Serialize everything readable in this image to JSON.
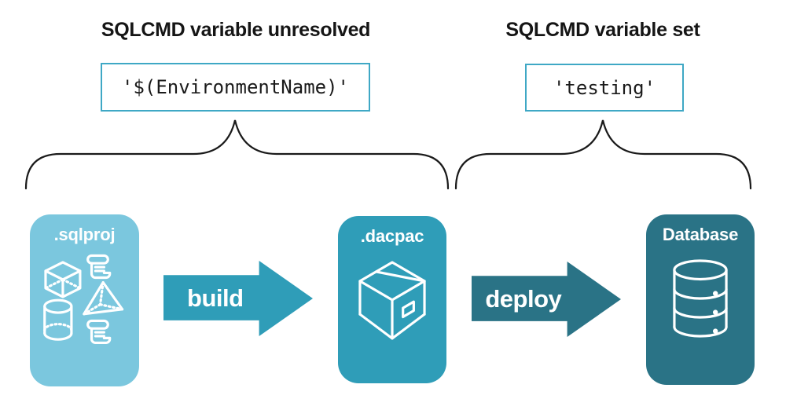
{
  "annotations": {
    "unresolved": {
      "heading": "SQLCMD variable unresolved",
      "code": "'$(EnvironmentName)'"
    },
    "set": {
      "heading": "SQLCMD variable set",
      "code": "'testing'"
    }
  },
  "pipeline": {
    "stages": [
      {
        "label": ".sqlproj",
        "icon": "sql-objects-icon",
        "fill": "#7BC7DE"
      },
      {
        "label": ".dacpac",
        "icon": "package-box-icon",
        "fill": "#2F9DB8"
      },
      {
        "label": "Database",
        "icon": "database-cylinder-icon",
        "fill": "#2A7386"
      }
    ],
    "arrows": [
      {
        "label": "build",
        "fill": "#2F9DB8"
      },
      {
        "label": "deploy",
        "fill": "#2A7386"
      }
    ]
  },
  "colors": {
    "background": "#FFFFFF",
    "heading_text": "#151515",
    "code_text": "#1A1A1A",
    "code_box_border": "#3FA8C5",
    "brace_stroke": "#1A1A1A",
    "stage_sqlproj_fill": "#7BC7DE",
    "stage_dacpac_fill": "#2F9DB8",
    "stage_database_fill": "#2A7386",
    "icon_stroke": "#FFFFFF"
  }
}
